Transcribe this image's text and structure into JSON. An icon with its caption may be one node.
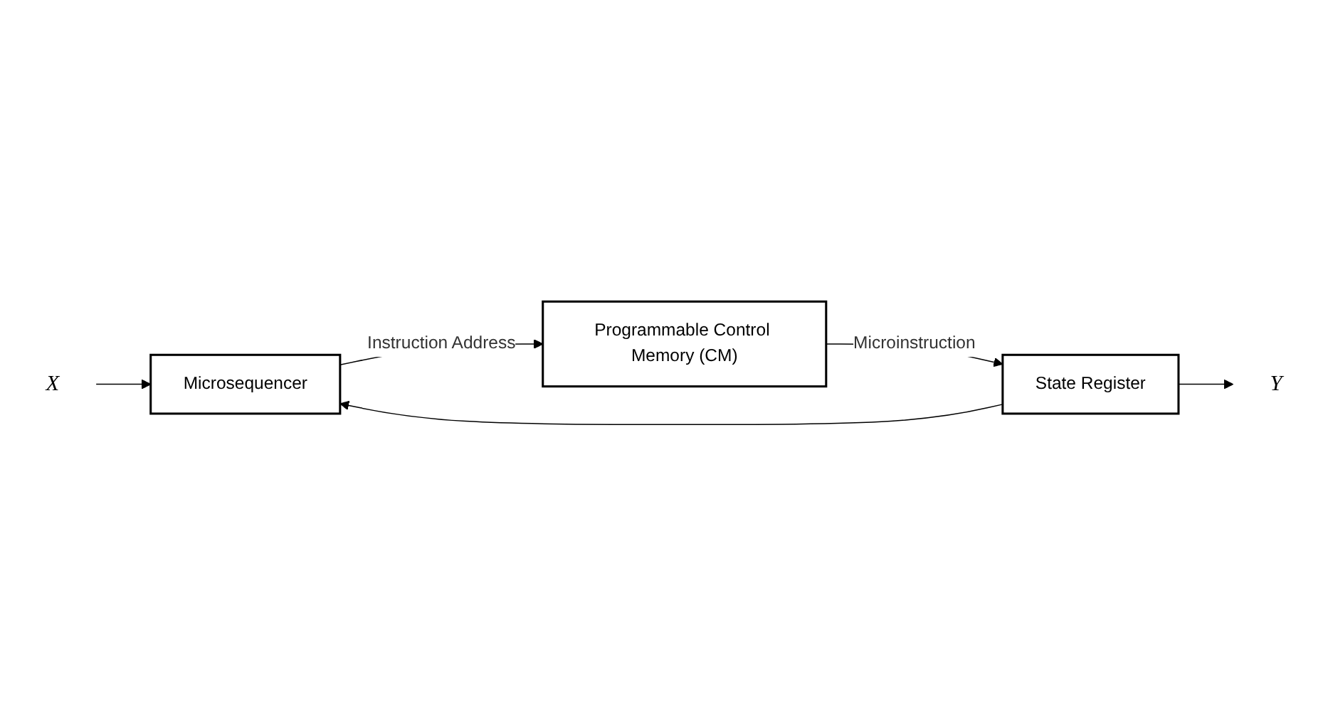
{
  "diagram": {
    "nodes": [
      {
        "text": [
          "X"
        ]
      },
      {
        "text": [
          "Microsequencer"
        ]
      },
      {
        "text": [
          "Programmable Control Memory (CM)"
        ]
      },
      {
        "text": [
          "State Register"
        ]
      },
      {
        "text": [
          "Y"
        ]
      }
    ],
    "edges": [
      {
        "from": 0,
        "to": 1,
        "arrow": "to"
      },
      {
        "from": 1,
        "to": 2,
        "arrow": "to",
        "label": "Instruction Address"
      },
      {
        "from": 2,
        "to": 3,
        "arrow": "to",
        "label": "Microinstruction"
      },
      {
        "from": 3,
        "to": 1,
        "arrow": "to"
      },
      {
        "from": 3,
        "to": 4,
        "arrow": "to"
      }
    ]
  }
}
